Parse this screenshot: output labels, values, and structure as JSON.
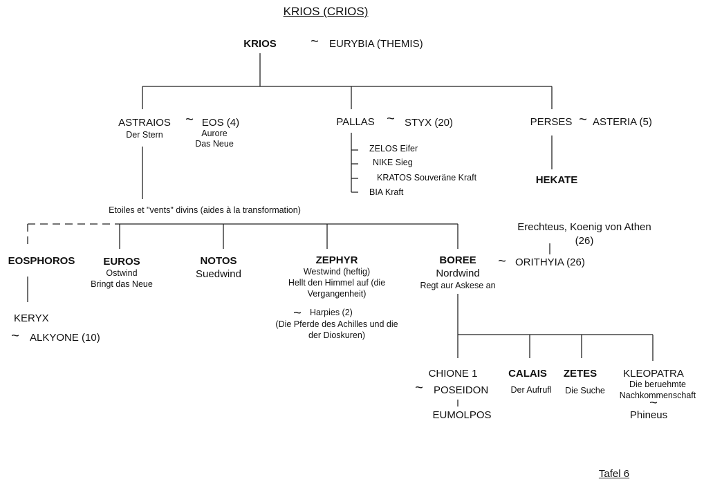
{
  "title": "KRIOS (CRIOS)",
  "tilde": "~",
  "krios": "KRIOS",
  "eurybia": "EURYBIA (THEMIS)",
  "astraios": {
    "name": "ASTRAIOS",
    "desc": "Der Stern"
  },
  "eos": {
    "name": "EOS (4)",
    "desc1": "Aurore",
    "desc2": "Das Neue"
  },
  "pallas": "PALLAS",
  "styx": "STYX (20)",
  "pallas_children": [
    "ZELOS Eifer",
    "NIKE Sieg",
    "KRATOS Souveräne Kraft",
    "BIA Kraft"
  ],
  "perses": "PERSES",
  "asteria": "ASTERIA (5)",
  "hekate": "HEKATE",
  "winds_caption": "Etoiles et \"vents\" divins (aides à la transformation)",
  "eosphoros": "EOSPHOROS",
  "keryx": "KERYX",
  "alkyone": "ALKYONE (10)",
  "euros": {
    "name": "EUROS",
    "desc1": "Ostwind",
    "desc2": "Bringt das Neue"
  },
  "notos": {
    "name": "NOTOS",
    "desc": "Suedwind"
  },
  "zephyr": {
    "name": "ZEPHYR",
    "desc1": "Westwind (heftig)",
    "desc2": "Hellt den Himmel auf (die",
    "desc3": "Vergangenheit)"
  },
  "harpies": {
    "name": "Harpies (2)",
    "desc1": "(Die Pferde des Achilles und die",
    "desc2": "der Dioskuren)"
  },
  "boree": {
    "name": "BOREE",
    "desc1": "Nordwind",
    "desc2": "Regt aur Askese an"
  },
  "erechteus": {
    "line1": "Erechteus, Koenig von Athen",
    "line2": "(26)"
  },
  "orithyia": "ORITHYIA (26)",
  "chione": "CHIONE 1",
  "poseidon": "POSEIDON",
  "eumolpos": "EUMOLPOS",
  "calais": {
    "name": "CALAIS",
    "desc": "Der Aufrufl"
  },
  "zetes": {
    "name": "ZETES",
    "desc": "Die Suche"
  },
  "kleopatra": {
    "name": "KLEOPATRA",
    "desc1": "Die beruehmte",
    "desc2": "Nachkommenschaft"
  },
  "phineus": "Phineus",
  "footer": "Tafel 6"
}
